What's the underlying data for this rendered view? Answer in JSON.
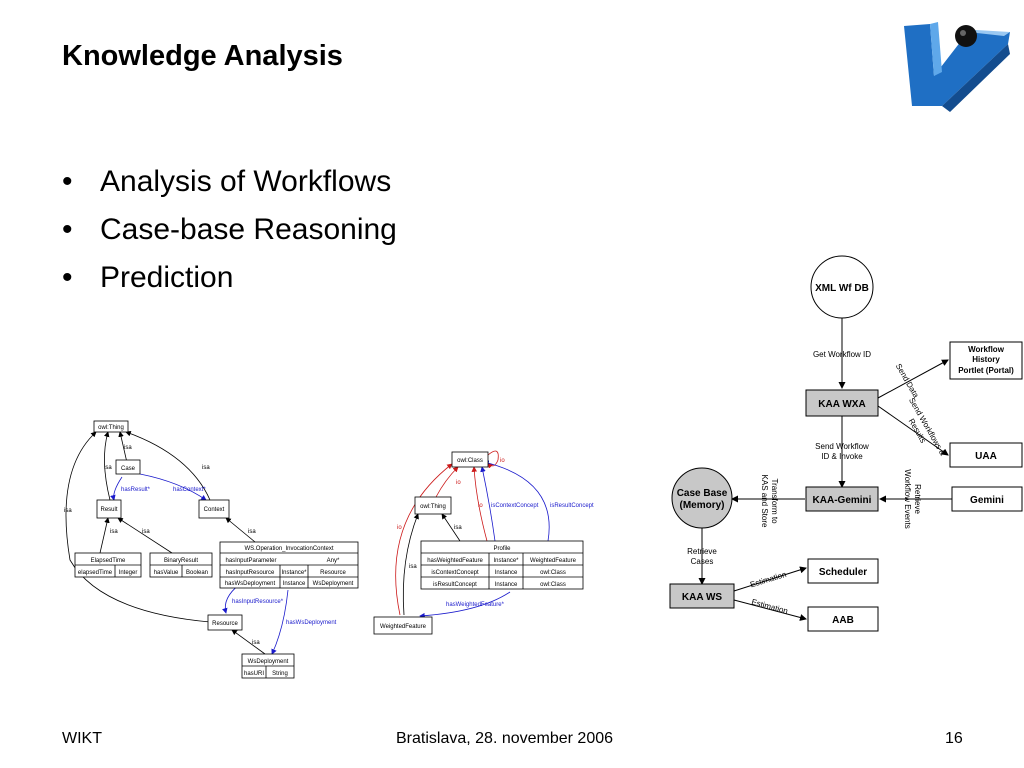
{
  "slide": {
    "title": "Knowledge Analysis",
    "bullets": [
      "Analysis of Workflows",
      "Case-base Reasoning",
      "Prediction"
    ],
    "footer": {
      "left": "WIKT",
      "center": "Bratislava, 28. november 2006",
      "right": "16"
    }
  },
  "ontology1": {
    "owl_thing": "owl:Thing",
    "case": "Case",
    "result": "Result",
    "context": "Context",
    "isa": "isa",
    "has_result": "hasResult*",
    "has_context": "hasContext*",
    "elapsed_time": {
      "name": "ElapsedTime",
      "row": [
        "elapsedTime",
        "Integer"
      ]
    },
    "binary_result": {
      "name": "BinaryResult",
      "row": [
        "hasValue",
        "Boolean"
      ]
    },
    "ws_context": {
      "name": "WS.Operation_InvocationContext",
      "rows": [
        [
          "hasInputParameter",
          "Any*"
        ],
        [
          "hasInputResource",
          "Instance*",
          "Resource"
        ],
        [
          "hasWsDeployment",
          "Instance",
          "WsDeployment"
        ]
      ]
    },
    "resource": "Resource",
    "has_input_resource": "hasInputResource*",
    "has_ws_deployment": "hasWsDeployment",
    "ws_deployment": {
      "name": "WsDeployment",
      "row": [
        "hasURI",
        "String"
      ]
    }
  },
  "ontology2": {
    "owl_class": "owl:Class",
    "owl_thing": "owl:Thing",
    "io": "io",
    "isa": "isa",
    "is_context_concept": "isContextConcept",
    "is_result_concept": "isResultConcept",
    "profile": {
      "name": "Profile",
      "rows": [
        [
          "hasWeightedFeature",
          "Instance*",
          "WeightedFeature"
        ],
        [
          "isContextConcept",
          "Instance",
          "owl:Class"
        ],
        [
          "isResultConcept",
          "Instance",
          "owl:Class"
        ]
      ]
    },
    "has_weighted_feature": "hasWeightedFeature*",
    "weighted_feature": "WeightedFeature"
  },
  "flow": {
    "xml_db": "XML Wf DB",
    "get_workflow_id": "Get Workflow ID",
    "kaa_wxa": "KAA WXA",
    "workflow_history": [
      "Workflow",
      "History",
      "Portlet (Portal)"
    ],
    "send_data": "Send Data",
    "send_workflows_results": [
      "Send Workflows &",
      "Results"
    ],
    "uaa": "UAA",
    "send_workflow_invoke": [
      "Send Workflow",
      "ID & Invoke"
    ],
    "case_base": [
      "Case Base",
      "(Memory)"
    ],
    "kaa_gemini": "KAA-Gemini",
    "transform": [
      "Transform to",
      "KAS and Store"
    ],
    "retrieve_events": [
      "Retrieve",
      "Workflow Events"
    ],
    "gemini": "Gemini",
    "retrieve_cases": [
      "Retrieve",
      "Cases"
    ],
    "kaa_ws": "KAA WS",
    "scheduler": "Scheduler",
    "aab": "AAB",
    "estimation": "Estimation"
  },
  "colors": {
    "logo_blue": "#1f6fc4",
    "node_gray": "#c8c8c8",
    "edge_blue": "#1a1acc",
    "edge_red": "#cc1a1a"
  }
}
